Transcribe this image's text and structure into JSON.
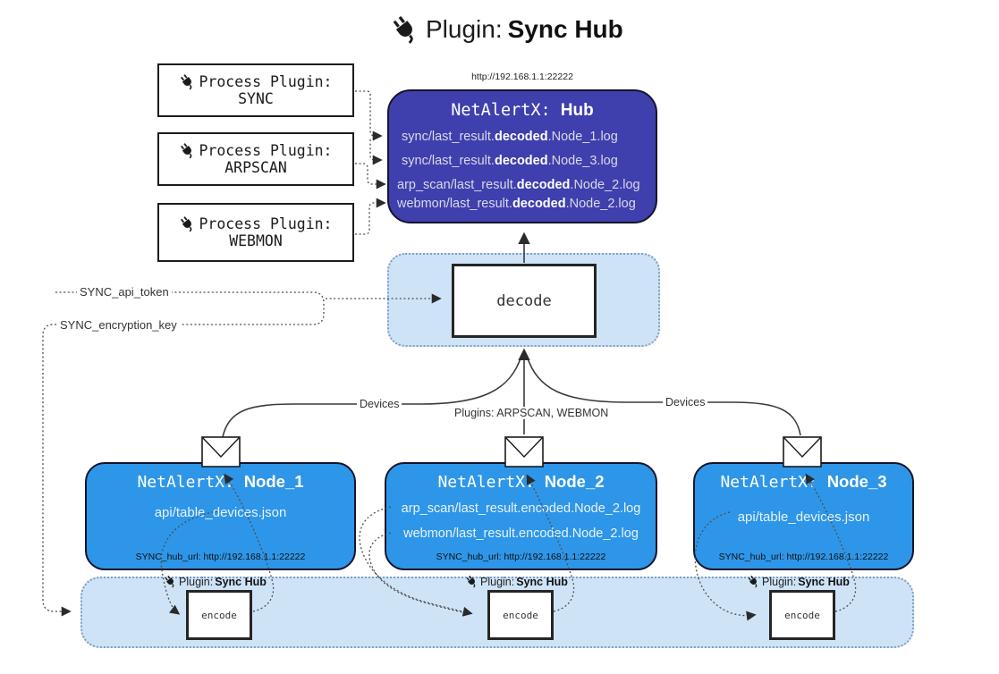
{
  "title": {
    "prefix": "Plugin:",
    "name": "Sync Hub"
  },
  "icons": {
    "plug": "plug-icon",
    "envelope": "envelope-icon"
  },
  "process_plugins": [
    {
      "label": "Process Plugin:",
      "name": "SYNC"
    },
    {
      "label": "Process Plugin:",
      "name": "ARPSCAN"
    },
    {
      "label": "Process Plugin:",
      "name": "WEBMON"
    }
  ],
  "hub": {
    "url": "http://192.168.1.1:22222",
    "title_prefix": "NetAlertX: ",
    "title_name": "Hub",
    "logs": [
      {
        "pre": "sync/last_result.",
        "mid": "decoded",
        "post": ".Node_1.log"
      },
      {
        "pre": "sync/last_result.",
        "mid": "decoded",
        "post": ".Node_3.log"
      },
      {
        "pre": "arp_scan/last_result.",
        "mid": "decoded",
        "post": ".Node_2.log"
      },
      {
        "pre": "webmon/last_result.",
        "mid": "decoded",
        "post": ".Node_2.log"
      }
    ]
  },
  "decode": {
    "label": "decode"
  },
  "inputs": {
    "api_token": "SYNC_api_token",
    "encryption_key": "SYNC_encryption_key"
  },
  "edge_labels": {
    "devices_left": "Devices",
    "devices_right": "Devices",
    "plugins_center": "Plugins: ARPSCAN, WEBMON"
  },
  "nodes": [
    {
      "title_prefix": "NetAlertX: ",
      "title_name": "Node_1",
      "files": [
        "api/table_devices.json"
      ],
      "hub_url": "SYNC_hub_url: http://192.168.1.1:22222"
    },
    {
      "title_prefix": "NetAlertX: ",
      "title_name": "Node_2",
      "files": [
        "arp_scan/last_result.encoded.Node_2.log",
        "webmon/last_result.encoded.Node_2.log"
      ],
      "hub_url": "SYNC_hub_url: http://192.168.1.1:22222"
    },
    {
      "title_prefix": "NetAlertX: ",
      "title_name": "Node_3",
      "files": [
        "api/table_devices.json"
      ],
      "hub_url": "SYNC_hub_url: http://192.168.1.1:22222"
    }
  ],
  "encode": {
    "label": "encode",
    "plugin_prefix": "Plugin:",
    "plugin_name": "Sync Hub"
  },
  "colors": {
    "hub_fill": "#3f3fae",
    "node_fill": "#2e96e8",
    "panel_fill": "#cfe3f7",
    "panel_border": "#7f9ec3",
    "wire": "#4d4d4d"
  }
}
